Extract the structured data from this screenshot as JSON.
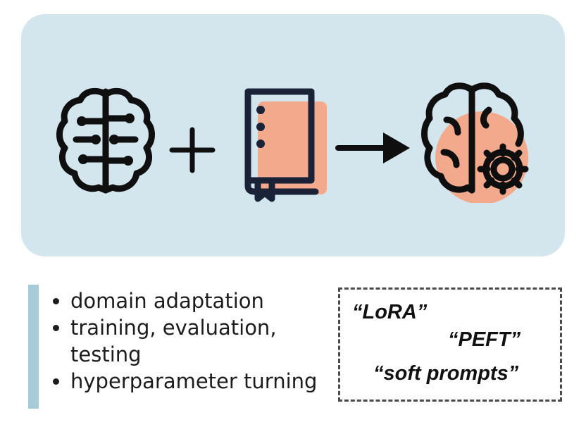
{
  "diagram": {
    "operator_plus": "+",
    "icons": [
      "brain-icon",
      "book-icon",
      "arrow-icon",
      "brain-gear-icon"
    ],
    "colors": {
      "panel": "#d3e6ee",
      "accent": "#f2a98c",
      "stroke": "#0f0f0f",
      "book_stroke": "#1a2238",
      "bar": "#a6cbd9"
    }
  },
  "bullets": [
    "domain adaptation",
    "training, evaluation, testing",
    "hyperparameter turning"
  ],
  "terms": [
    "“LoRA”",
    "“PEFT”",
    "“soft prompts”"
  ]
}
